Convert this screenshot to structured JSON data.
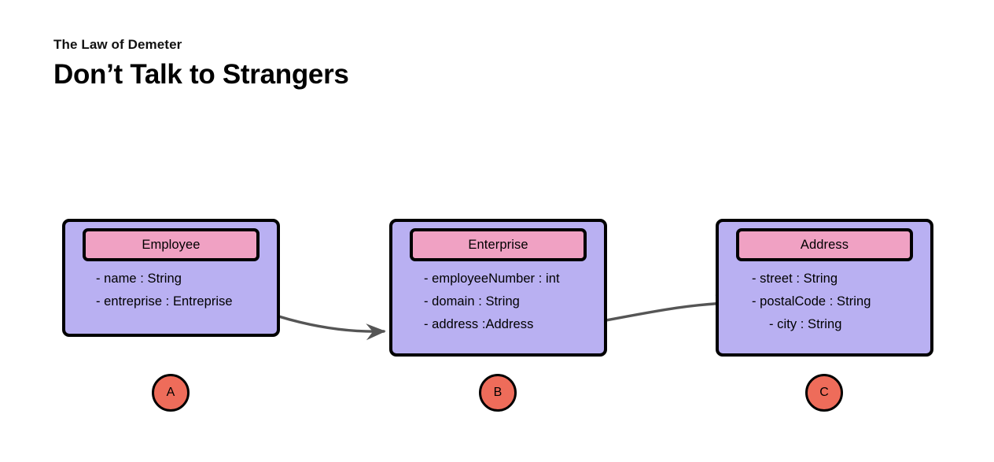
{
  "heading": {
    "eyebrow": "The Law of Demeter",
    "title": "Don’t Talk to Strangers"
  },
  "colors": {
    "box_fill": "#b9b0f2",
    "header_fill": "#f0a1c3",
    "badge_fill": "#ee6c5a",
    "outline": "#000000",
    "arrow": "#555555",
    "background": "#ffffff"
  },
  "diagram": {
    "type": "uml-class-diagram",
    "classes": [
      {
        "id": "employee",
        "name": "Employee",
        "badge": "A",
        "attributes": [
          "- name : String",
          "- entreprise : Entreprise"
        ]
      },
      {
        "id": "enterprise",
        "name": "Enterprise",
        "badge": "B",
        "attributes": [
          "- employeeNumber : int",
          "- domain : String",
          "- address :Address"
        ]
      },
      {
        "id": "address",
        "name": "Address",
        "badge": "C",
        "attributes": [
          "- street : String",
          "- postalCode : String",
          "- city :  String"
        ]
      }
    ],
    "connections": [
      {
        "id": "employee-to-enterprise",
        "from": "employee",
        "to": "enterprise",
        "style": "curved-arrow"
      },
      {
        "id": "enterprise-to-address",
        "from": "enterprise",
        "to": "address",
        "style": "curved-arrow"
      }
    ]
  }
}
